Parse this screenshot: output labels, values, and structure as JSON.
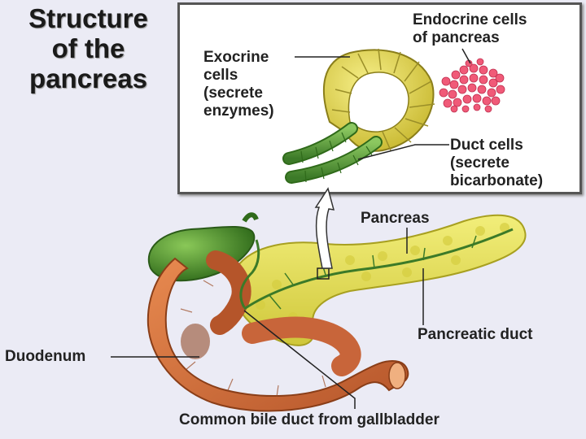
{
  "title": [
    "Structure",
    "of the",
    "pancreas"
  ],
  "labels": {
    "endocrine": [
      "Endocrine cells",
      "of pancreas"
    ],
    "exocrine": [
      "Exocrine",
      "cells",
      "(secrete",
      "enzymes)"
    ],
    "duct_cells": [
      "Duct cells",
      "(secrete",
      "bicarbonate)"
    ],
    "pancreas": "Pancreas",
    "pancreatic_duct": "Pancreatic duct",
    "duodenum": "Duodenum",
    "common_bile_duct": "Common bile duct from gallbladder"
  },
  "colors": {
    "background": "#ebebf5",
    "exocrine": "#e6dc50",
    "duct": "#5a9a3a",
    "endocrine": "#f05a78",
    "pancreas_tissue": "#e8e45a",
    "duodenum": "#d9733a",
    "gallbladder": "#4e8f2a"
  }
}
